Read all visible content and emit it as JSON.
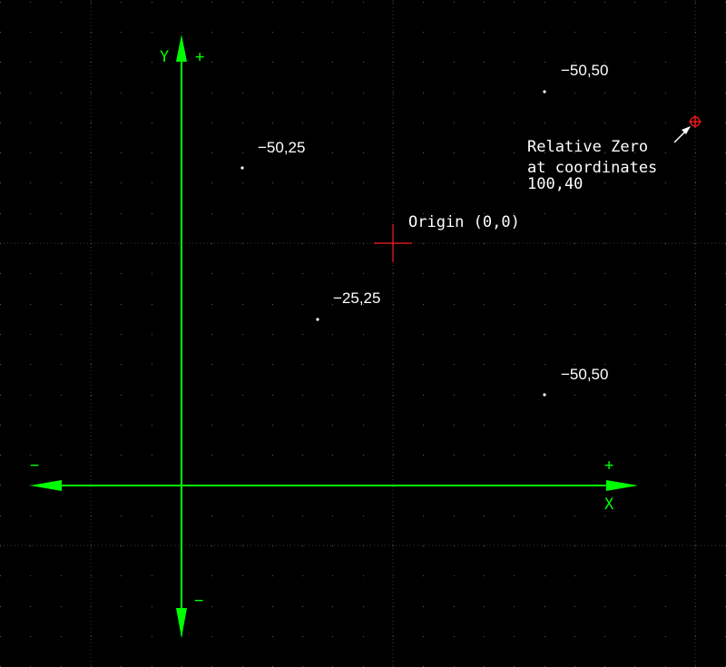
{
  "colors": {
    "background": "#000000",
    "axis": "#00ff00",
    "text": "#ffffff",
    "grid_dot": "#5a5a5a",
    "grid_line": "#3a3a3a",
    "origin_marker": "#ff1a1a",
    "relative_zero_marker": "#ff1a1a"
  },
  "axes": {
    "y_label": "Y",
    "y_plus": "+",
    "y_minus": "−",
    "x_label": "X",
    "x_plus": "+",
    "x_minus": "−"
  },
  "origin": {
    "label": "Origin (0,0)"
  },
  "relative_zero": {
    "lines": [
      "Relative Zero",
      "at coordinates",
      "100,40"
    ]
  },
  "points": [
    {
      "label": "−50,50"
    },
    {
      "label": "−50,25"
    },
    {
      "label": "−25,25"
    },
    {
      "label": "−50,50"
    }
  ],
  "icons": {
    "origin": "crosshair-icon",
    "relative_zero": "target-crosshair-icon",
    "arrow": "arrowhead-icon"
  }
}
